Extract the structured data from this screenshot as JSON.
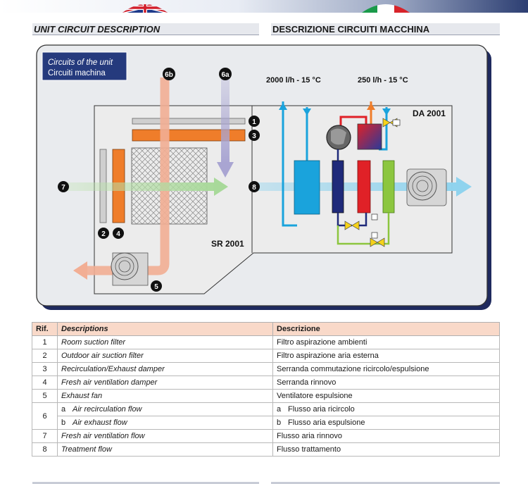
{
  "headings": {
    "en": "UNIT CIRCUIT DESCRIPTION",
    "it": "DESCRIZIONE CIRCUITI MACCHINA"
  },
  "diagram": {
    "legend_line1": "Circuits of the unit",
    "legend_line2": "Circuiti machina",
    "flow_left": "2000 l/h - 15 °C",
    "flow_right": "250 l/h - 15 °C",
    "unit_right": "DA 2001",
    "unit_left": "SR 2001",
    "markers": [
      "1",
      "2",
      "3",
      "4",
      "5",
      "6a",
      "6b",
      "7",
      "8"
    ]
  },
  "table": {
    "headers": [
      "Rif.",
      "Descriptions",
      "Descrizione"
    ],
    "rows": [
      {
        "rif": "1",
        "en": "Room suction filter",
        "it": "Filtro aspirazione ambienti"
      },
      {
        "rif": "2",
        "en": "Outdoor air suction filter",
        "it": "Filtro aspirazione aria esterna"
      },
      {
        "rif": "3",
        "en": "Recirculation/Exhaust damper",
        "it": "Serranda commutazione ricircolo/espulsione"
      },
      {
        "rif": "4",
        "en": "Fresh air ventilation damper",
        "it": "Serranda rinnovo"
      },
      {
        "rif": "5",
        "en": "Exhaust fan",
        "it": "Ventilatore espulsione"
      },
      {
        "rif": "6",
        "sub": "a",
        "en": "Air recirculation flow",
        "it": "Flusso aria ricircolo"
      },
      {
        "sub": "b",
        "en": "Air exhaust flow",
        "it": "Flusso aria espulsione"
      },
      {
        "rif": "7",
        "en": "Fresh air ventilation flow",
        "it": "Flusso aria rinnovo"
      },
      {
        "rif": "8",
        "en": "Treatment flow",
        "it": "Flusso trattamento"
      }
    ]
  },
  "colors": {
    "orange": "#ef7d2a",
    "lightblue": "#8fd3ee",
    "lavender": "#a9a5d2",
    "salmon": "#f2ae94",
    "green": "#8cc63f",
    "red": "#e02127",
    "navy": "#1f2a7a",
    "cyan": "#1aa3dc"
  }
}
